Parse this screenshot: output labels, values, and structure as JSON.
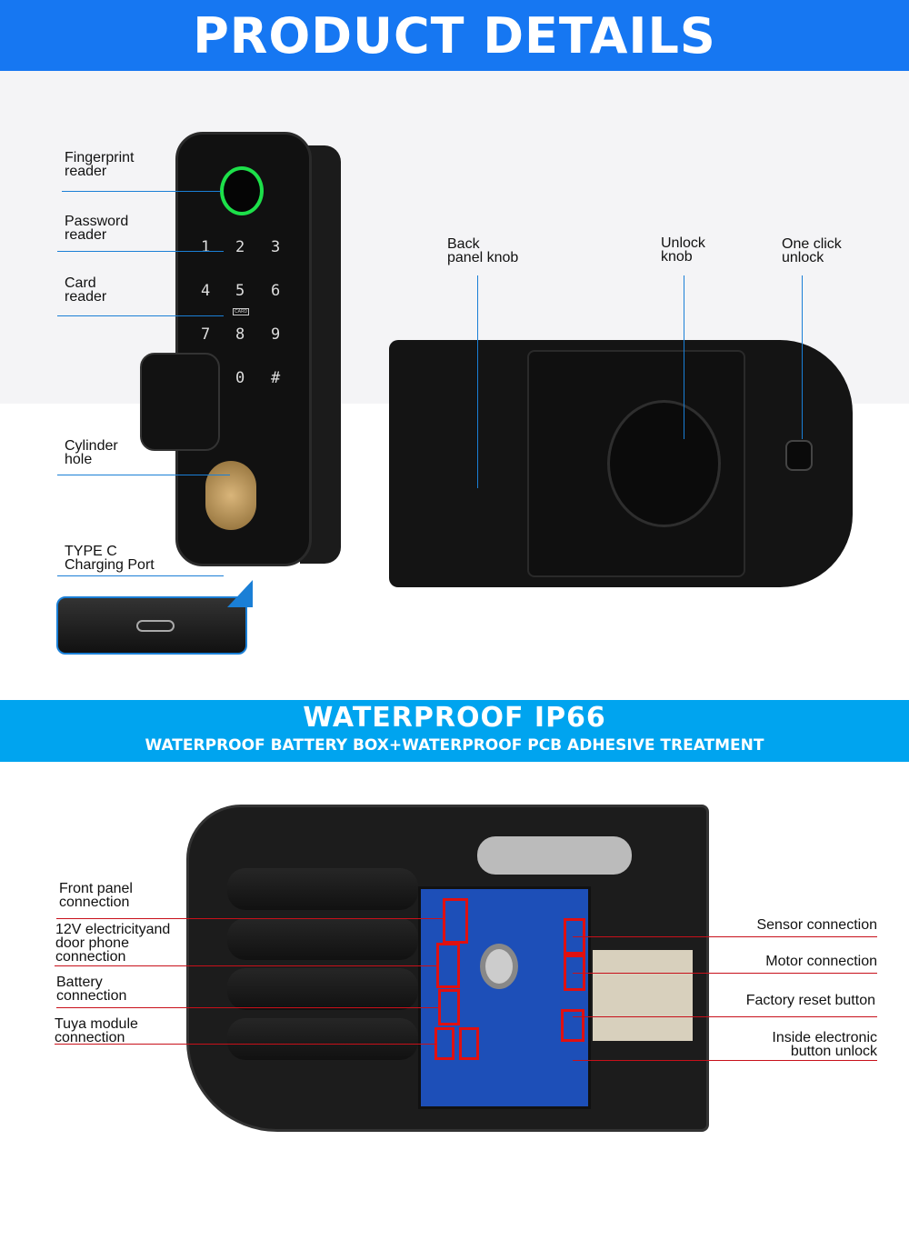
{
  "header": {
    "title": "PRODUCT DETAILS"
  },
  "front_labels": [
    {
      "text1": "Fingerprint",
      "text2": "reader"
    },
    {
      "text1": "Password",
      "text2": "reader"
    },
    {
      "text1": "Card",
      "text2": "reader"
    },
    {
      "text1": "Cylinder",
      "text2": "hole"
    },
    {
      "text1": "TYPE C",
      "text2": "Charging Port"
    }
  ],
  "keypad": [
    "1",
    "2",
    "3",
    "4",
    "5",
    "6",
    "7",
    "8",
    "9",
    "0",
    "#"
  ],
  "card_mark": "CARD",
  "back_labels": [
    {
      "text1": "Back",
      "text2": "panel knob"
    },
    {
      "text1": "Unlock",
      "text2": "knob"
    },
    {
      "text1": "One click",
      "text2": "unlock"
    }
  ],
  "band": {
    "title": "WATERPROOF IP66",
    "subtitle": "WATERPROOF BATTERY BOX+WATERPROOF PCB ADHESIVE TREATMENT"
  },
  "left_labels": [
    {
      "lines": [
        "Front panel",
        "connection"
      ]
    },
    {
      "lines": [
        "12V electricityand",
        "door  phone",
        "connection"
      ]
    },
    {
      "lines": [
        "Battery",
        "connection"
      ]
    },
    {
      "lines": [
        "Tuya module",
        "connection"
      ]
    }
  ],
  "right_labels": [
    {
      "lines": [
        "Sensor connection"
      ]
    },
    {
      "lines": [
        "Motor connection"
      ]
    },
    {
      "lines": [
        "Factory reset button"
      ]
    },
    {
      "lines": [
        "Inside electronic",
        "button unlock"
      ]
    }
  ],
  "colors": {
    "header": "#1677f2",
    "band": "#00a4ef",
    "callout_blue": "#1a7fd6",
    "callout_red": "#c8101a",
    "fingerprint_ring": "#1de04a"
  }
}
